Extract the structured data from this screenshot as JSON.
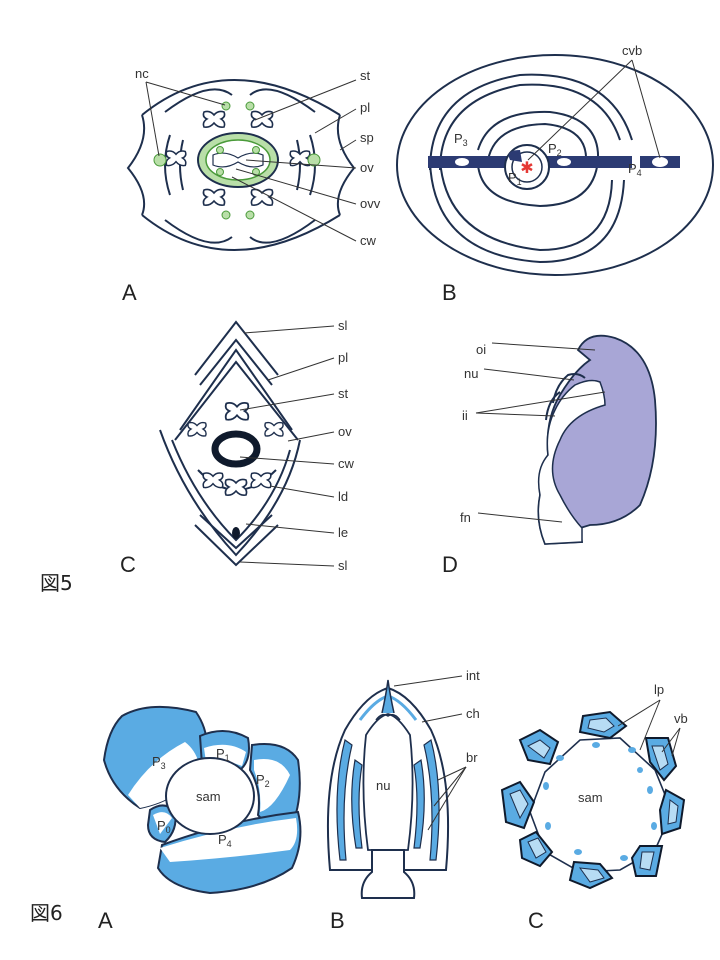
{
  "figure5": {
    "caption": "図5",
    "panel_a": {
      "letter": "A",
      "labels": {
        "nc": "nc",
        "st": "st",
        "pl": "pl",
        "sp": "sp",
        "ov": "ov",
        "ovv": "ovv",
        "cw": "cw"
      }
    },
    "panel_b": {
      "letter": "B",
      "labels": {
        "cvb": "cvb",
        "p1": "P",
        "p1_sub": "1",
        "p2": "P",
        "p2_sub": "2",
        "p3": "P",
        "p3_sub": "3",
        "p4": "P",
        "p4_sub": "4"
      }
    },
    "panel_c": {
      "letter": "C",
      "labels": {
        "sl_top": "sl",
        "pl": "pl",
        "st": "st",
        "ov": "ov",
        "cw": "cw",
        "ld": "ld",
        "le": "le",
        "sl_bottom": "sl"
      }
    },
    "panel_d": {
      "letter": "D",
      "labels": {
        "oi": "oi",
        "nu": "nu",
        "ii": "ii",
        "fn": "fn"
      }
    }
  },
  "figure6": {
    "caption": "図6",
    "panel_a": {
      "letter": "A",
      "labels": {
        "p0": "P",
        "p0_sub": "0",
        "p1": "P",
        "p1_sub": "1",
        "p2": "P",
        "p2_sub": "2",
        "p3": "P",
        "p3_sub": "3",
        "p4": "P",
        "p4_sub": "4",
        "sam": "sam"
      }
    },
    "panel_b": {
      "letter": "B",
      "labels": {
        "int": "int",
        "ch": "ch",
        "nu": "nu",
        "br": "br"
      }
    },
    "panel_c": {
      "letter": "C",
      "labels": {
        "lp": "lp",
        "vb": "vb",
        "sam": "sam"
      }
    }
  },
  "colors": {
    "outline": "#1e2f4d",
    "green_fill": "#b9dfa8",
    "green_stroke": "#4a9a3a",
    "navy_band": "#2c3b73",
    "lavender": "#a8a6d6",
    "blue_fill": "#5aabe3",
    "blue_light": "#b7dcf4",
    "red_star": "#e53935"
  }
}
